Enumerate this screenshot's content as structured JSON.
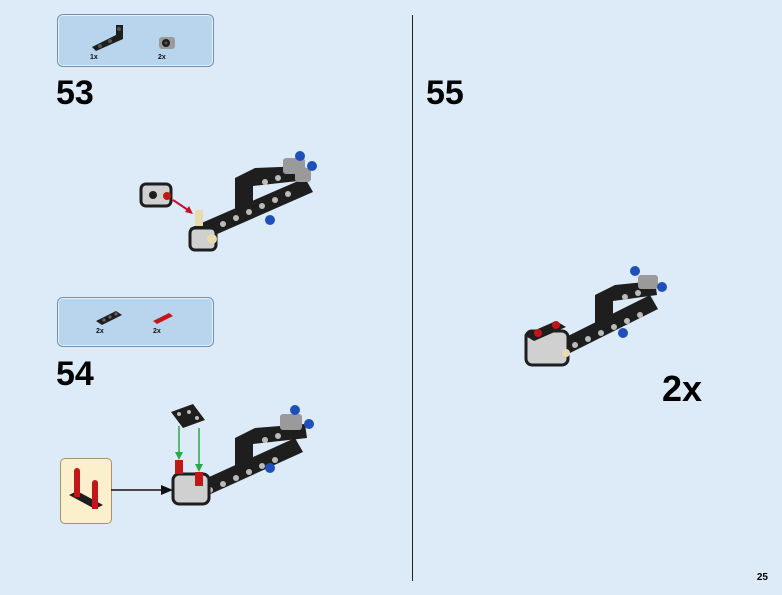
{
  "steps": [
    {
      "number": "53",
      "parts": [
        {
          "qty": "1x"
        },
        {
          "qty": "2x"
        }
      ]
    },
    {
      "number": "54",
      "parts": [
        {
          "qty": "2x"
        },
        {
          "qty": "2x"
        }
      ]
    },
    {
      "number": "55",
      "multiplier": "2x"
    }
  ],
  "page_number": "25",
  "colors": {
    "background": "#ddeaf8",
    "parts_box": "#b9d5ee",
    "sub_assembly_box": "#fbefcc",
    "brick_black": "#1e1e1e",
    "brick_grey": "#9a9a9a",
    "pin_blue": "#1f4fb8",
    "pin_red": "#c01818",
    "pin_tan": "#e8dcae",
    "arrow_red": "#c8102e",
    "arrow_green": "#2aa84a"
  }
}
